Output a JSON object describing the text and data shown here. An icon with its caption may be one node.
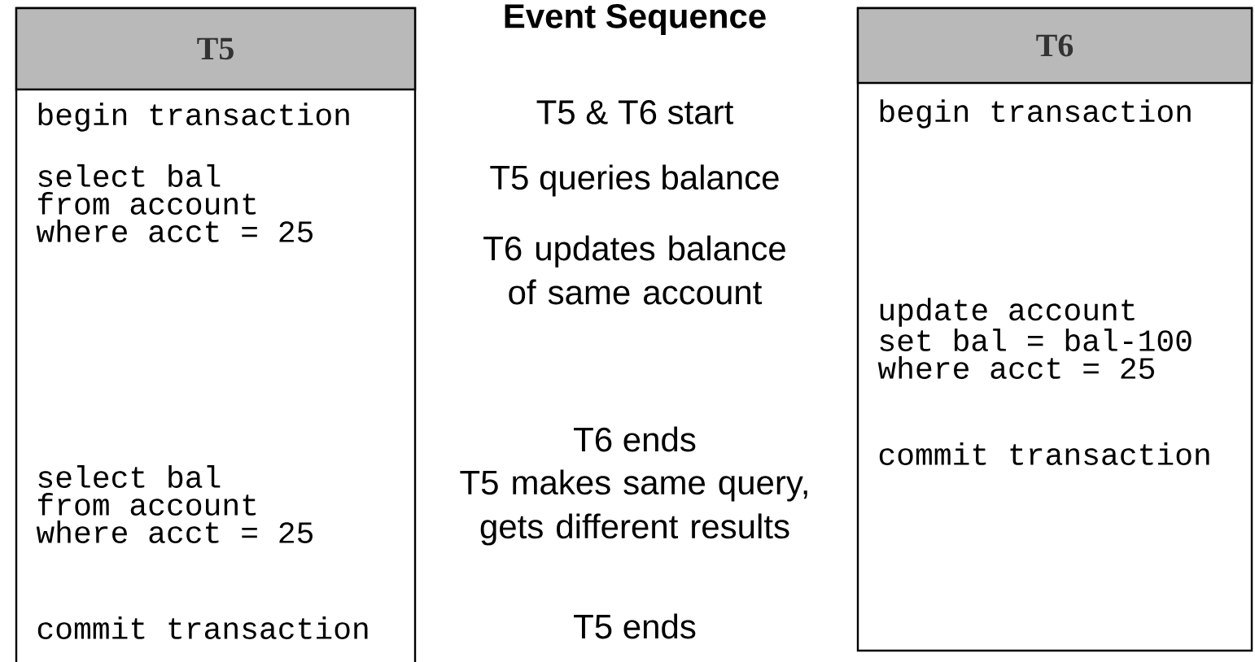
{
  "diagram": {
    "title": "Event Sequence",
    "nodes": [
      {
        "text": [
          "T5",
          "begin transaction",
          "select bal",
          "from account",
          "where acct = 25",
          "select bal",
          "from account",
          "where acct = 25",
          "commit transaction"
        ]
      },
      {
        "text": [
          "T6",
          "begin transaction",
          "update account",
          "set bal = bal-100",
          "where acct = 25",
          "commit transaction"
        ]
      }
    ],
    "labels": [
      "T5 & T6 start",
      "T5 queries balance",
      "T6 updates balance of same account",
      "T6 ends",
      "T5 makes same query, gets different results",
      "T5 ends"
    ]
  }
}
